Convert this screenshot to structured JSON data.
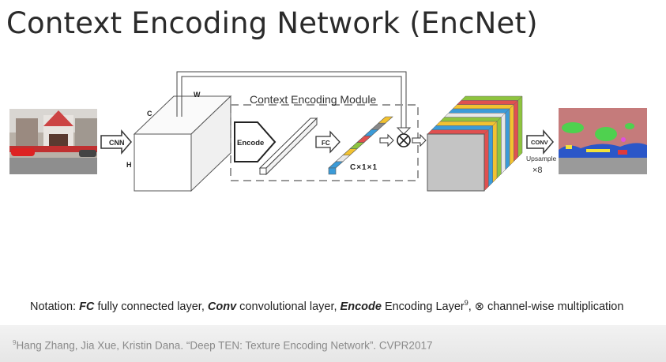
{
  "slide": {
    "title": "Context Encoding Network (EncNet)"
  },
  "diagram": {
    "module_label": "Context Encoding Module",
    "cnn_label": "CNN",
    "encode_label": "Encode",
    "fc_label": "FC",
    "conv_label": "CONV",
    "upsample_label": "Upsample",
    "upsample_factor": "×8",
    "dim_w": "W",
    "dim_c": "C",
    "dim_h": "H",
    "vector_dims": "C×1×1",
    "multiply_symbol": "⊗",
    "channel_colors": [
      "#3b9bd8",
      "#e8e8e8",
      "#f2c230",
      "#8ec43f",
      "#e05050",
      "#3b9bd8",
      "#888888",
      "#f2c230"
    ]
  },
  "notation": {
    "prefix": "Notation: ",
    "fc_term": "FC",
    "fc_desc": " fully connected layer, ",
    "conv_term": "Conv",
    "conv_desc": " convolutional layer, ",
    "encode_term": "Encode",
    "encode_desc": " Encoding Layer",
    "encode_ref": "9",
    "mult_desc": ", ⊗ channel-wise multiplication"
  },
  "citation": {
    "ref": "9",
    "text": "Hang Zhang, Jia Xue, Kristin Dana. “Deep TEN: Texture Encoding Network”. CVPR2017"
  }
}
